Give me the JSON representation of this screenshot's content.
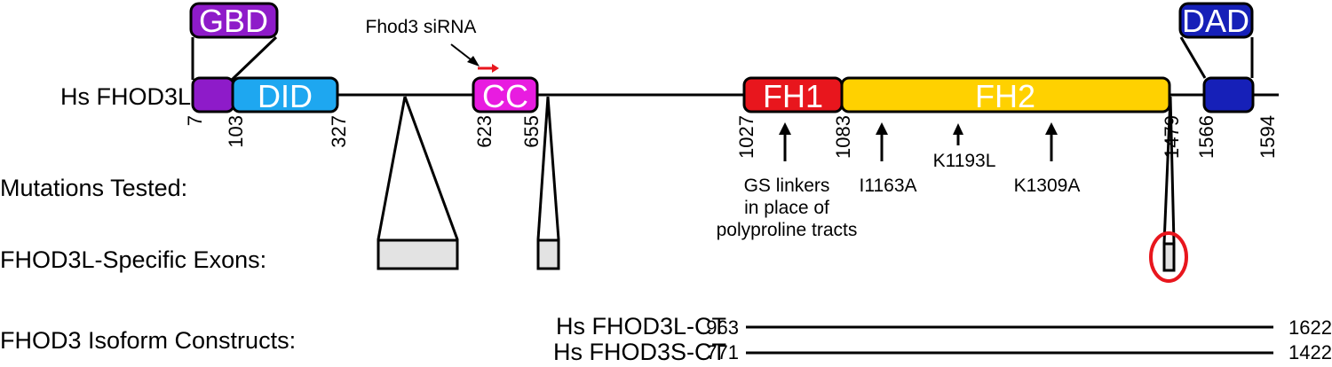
{
  "protein": {
    "name": "Hs FHOD3L"
  },
  "domains": {
    "gbd": {
      "label": "GBD",
      "color": "#8e1bc9"
    },
    "did": {
      "label": "DID",
      "color": "#1ea7f0"
    },
    "cc": {
      "label": "CC",
      "color": "#e81ce0"
    },
    "fh1": {
      "label": "FH1",
      "color": "#e8161d"
    },
    "fh2": {
      "label": "FH2",
      "color": "#ffd100"
    },
    "dad": {
      "label": "DAD",
      "color": "#1620b8"
    }
  },
  "positions": {
    "p7": "7",
    "p103": "103",
    "p327": "327",
    "p623": "623",
    "p655": "655",
    "p1027": "1027",
    "p1083": "1083",
    "p1479": "1479",
    "p1566": "1566",
    "p1594": "1594"
  },
  "sirna": {
    "label": "Fhod3 siRNA",
    "color": "#e8161d"
  },
  "rows": {
    "mutations": "Mutations Tested:",
    "exons": "FHOD3L-Specific Exons:",
    "isoforms": "FHOD3 Isoform Constructs:"
  },
  "mutations": {
    "gs_line1": "GS linkers",
    "gs_line2": "in place of",
    "gs_line3": "polyproline tracts",
    "m1": "I1163A",
    "m2": "K1193L",
    "m3": "K1309A"
  },
  "exon_colors": {
    "fill": "#e3e3e3",
    "highlight": "#e8161d"
  },
  "constructs": {
    "l": {
      "name": "Hs FHOD3L-CT",
      "start": "963",
      "end": "1622"
    },
    "s": {
      "name": "Hs FHOD3S-CT",
      "start": "771",
      "end": "1422"
    }
  }
}
